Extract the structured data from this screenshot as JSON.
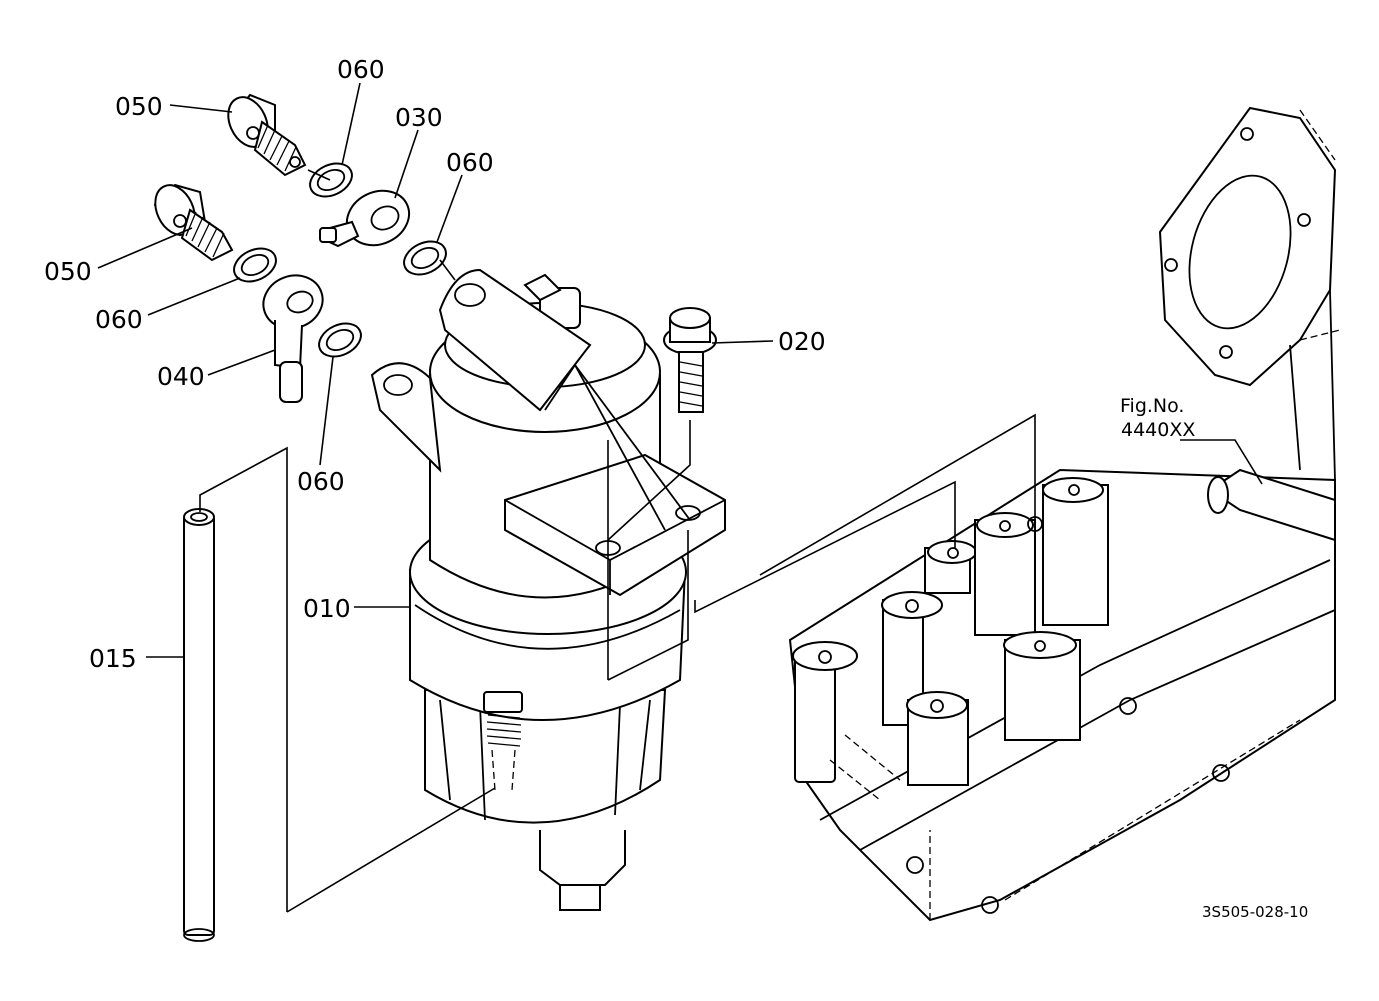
{
  "callouts": {
    "c050_top": "050",
    "c060_top": "060",
    "c030": "030",
    "c060_mid": "060",
    "c050_left": "050",
    "c060_left": "060",
    "c040": "040",
    "c060_low": "060",
    "c020": "020",
    "c010": "010",
    "c015": "015"
  },
  "reference": {
    "fig_label": "Fig.No.",
    "fig_number": "4440XX"
  },
  "drawing_code": "3S505-028-10"
}
